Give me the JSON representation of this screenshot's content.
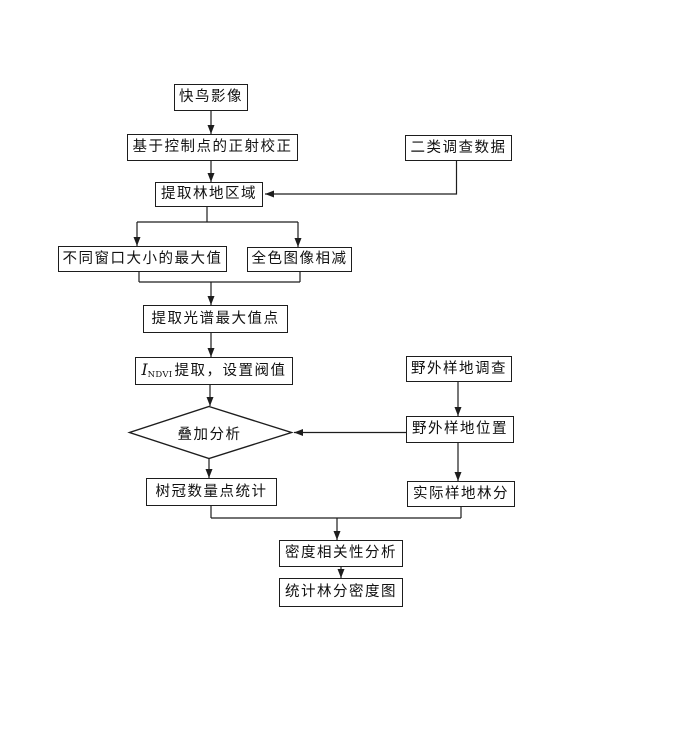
{
  "diagram": {
    "type": "flowchart",
    "language": "zh-CN",
    "background_color": "#ffffff",
    "line_color": "#1d1d1d",
    "nodes": {
      "quickbird_image": {
        "shape": "rect",
        "label": "快鸟影像"
      },
      "ortho_correction": {
        "shape": "rect",
        "label": "基于控制点的正射校正"
      },
      "class2_survey_data": {
        "shape": "rect",
        "label": "二类调查数据"
      },
      "extract_forest_area": {
        "shape": "rect",
        "label": "提取林地区域"
      },
      "window_size_max": {
        "shape": "rect",
        "label": "不同窗口大小的最大值"
      },
      "pan_image_subtract": {
        "shape": "rect",
        "label": "全色图像相减"
      },
      "extract_spectral_max": {
        "shape": "rect",
        "label": "提取光谱最大值点"
      },
      "ndvi_threshold": {
        "shape": "rect",
        "label_italic": "I",
        "label_subscript": "NDVI",
        "label_rest": "提取，设置阀值"
      },
      "overlay_analysis": {
        "shape": "diamond",
        "label": "叠加分析"
      },
      "field_plot_survey": {
        "shape": "rect",
        "label": "野外样地调查"
      },
      "field_plot_location": {
        "shape": "rect",
        "label": "野外样地位置"
      },
      "crown_count_stats": {
        "shape": "rect",
        "label": "树冠数量点统计"
      },
      "actual_plot_stand": {
        "shape": "rect",
        "label": "实际样地林分"
      },
      "density_correlation": {
        "shape": "rect",
        "label": "密度相关性分析"
      },
      "stand_density_map": {
        "shape": "rect",
        "label": "统计林分密度图"
      }
    },
    "edges": [
      {
        "from": "quickbird_image",
        "to": "ortho_correction"
      },
      {
        "from": "ortho_correction",
        "to": "extract_forest_area"
      },
      {
        "from": "class2_survey_data",
        "to": "extract_forest_area"
      },
      {
        "from": "extract_forest_area",
        "to": "window_size_max"
      },
      {
        "from": "extract_forest_area",
        "to": "pan_image_subtract"
      },
      {
        "from": "window_size_max",
        "to": "extract_spectral_max"
      },
      {
        "from": "pan_image_subtract",
        "to": "extract_spectral_max"
      },
      {
        "from": "extract_spectral_max",
        "to": "ndvi_threshold"
      },
      {
        "from": "ndvi_threshold",
        "to": "overlay_analysis"
      },
      {
        "from": "field_plot_survey",
        "to": "field_plot_location"
      },
      {
        "from": "field_plot_location",
        "to": "overlay_analysis"
      },
      {
        "from": "overlay_analysis",
        "to": "crown_count_stats"
      },
      {
        "from": "field_plot_location",
        "to": "actual_plot_stand"
      },
      {
        "from": "crown_count_stats",
        "to": "density_correlation"
      },
      {
        "from": "actual_plot_stand",
        "to": "density_correlation"
      },
      {
        "from": "density_correlation",
        "to": "stand_density_map"
      }
    ]
  }
}
